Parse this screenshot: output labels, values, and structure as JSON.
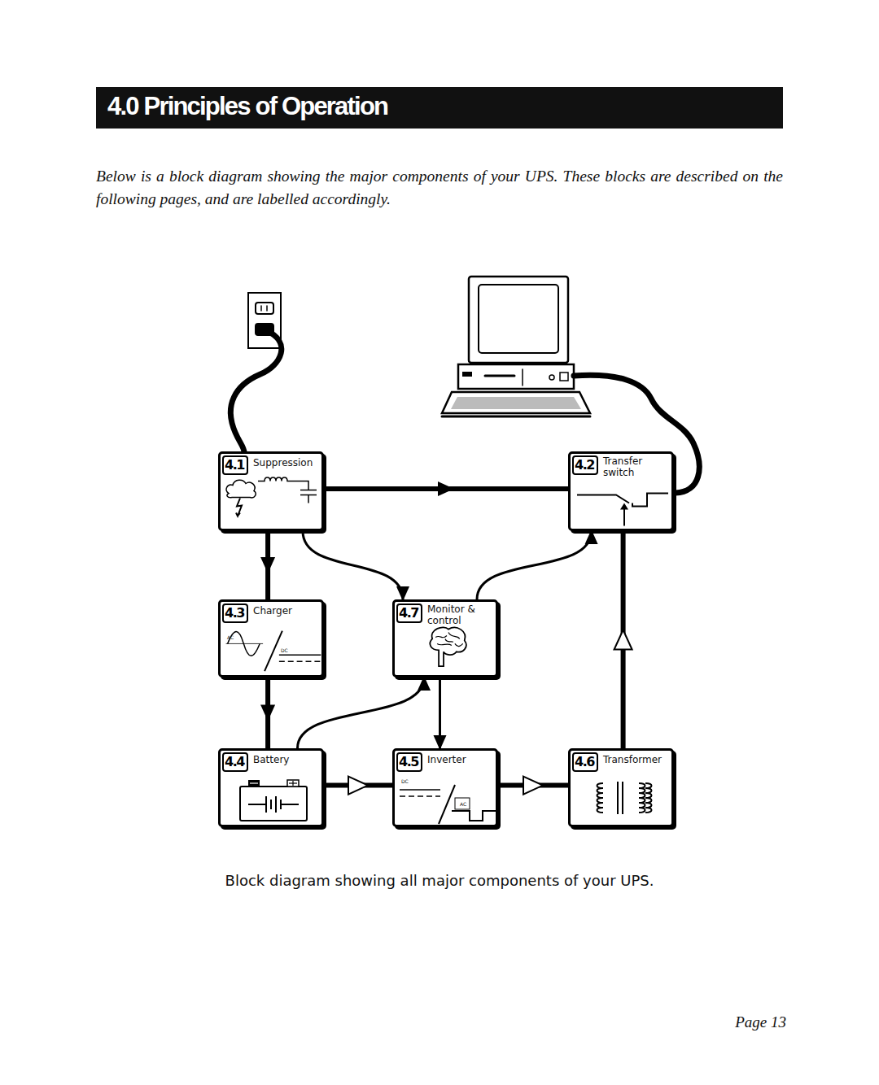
{
  "diagram": {
    "title": "4.0 Principles of Operation",
    "caption": "Block diagram showing all major components of your UPS.",
    "nodes": [
      {
        "text": [
          "4.1",
          "Suppression"
        ]
      },
      {
        "text": [
          "4.2",
          "Transfer switch"
        ]
      },
      {
        "text": [
          "4.3",
          "Charger",
          "AC",
          "DC"
        ]
      },
      {
        "text": [
          "4.7",
          "Monitor & control"
        ]
      },
      {
        "text": [
          "4.4",
          "Battery"
        ]
      },
      {
        "text": [
          "4.5",
          "Inverter",
          "DC",
          "AC"
        ]
      },
      {
        "text": [
          "4.6",
          "Transformer"
        ]
      }
    ],
    "edges": [
      {
        "from": 0,
        "to": 1,
        "arrow": "to"
      },
      {
        "from": 0,
        "to": 2,
        "arrow": "to"
      },
      {
        "from": 2,
        "to": 4,
        "arrow": "to"
      },
      {
        "from": 0,
        "to": 3,
        "arrow": "to"
      },
      {
        "from": 3,
        "to": 1,
        "arrow": "to"
      },
      {
        "from": 4,
        "to": 3,
        "arrow": "to"
      },
      {
        "from": 3,
        "to": 5,
        "arrow": "to"
      },
      {
        "from": 4,
        "to": 5,
        "arrow": "to"
      },
      {
        "from": 5,
        "to": 6,
        "arrow": "to"
      },
      {
        "from": 6,
        "to": 1,
        "arrow": "to"
      }
    ],
    "labels": [
      "Below is a block diagram showing the major components of your UPS. These blocks are described on the following pages, and are labelled accordingly.",
      "Page 13"
    ]
  }
}
